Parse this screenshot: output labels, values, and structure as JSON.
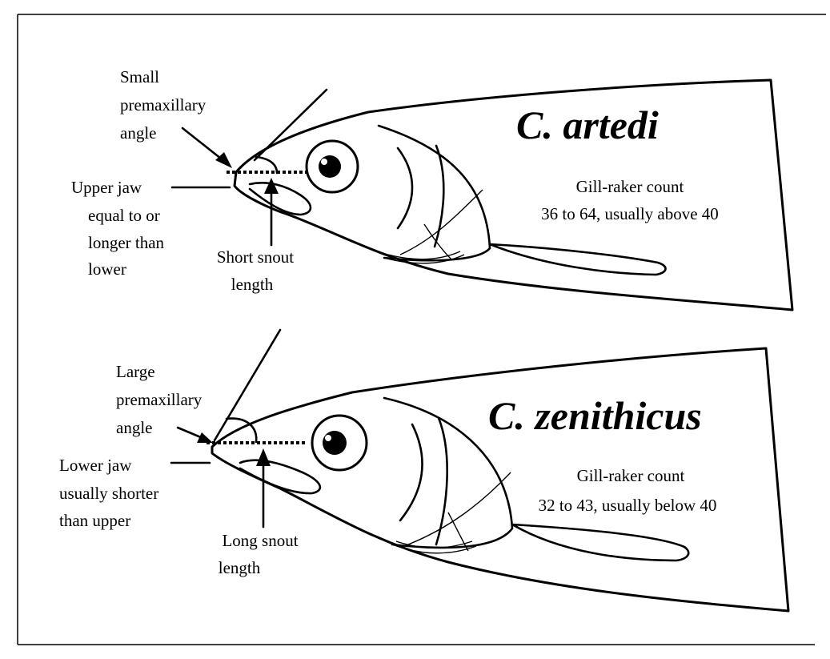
{
  "panels": [
    {
      "species": "C. artedi",
      "gill_raker": [
        "Gill-raker count",
        "36 to 64, usually above 40"
      ],
      "angle_label": [
        "Small",
        "premaxillary",
        "angle"
      ],
      "jaw_label": [
        "Upper jaw",
        "equal to or",
        "longer than",
        "lower"
      ],
      "snout_label": [
        "Short snout",
        "length"
      ]
    },
    {
      "species": "C. zenithicus",
      "gill_raker": [
        "Gill-raker count",
        "32 to 43, usually below 40"
      ],
      "angle_label": [
        "Large",
        "premaxillary",
        "angle"
      ],
      "jaw_label": [
        "Lower jaw",
        "usually shorter",
        "than upper"
      ],
      "snout_label": [
        "Long snout",
        "length"
      ]
    }
  ]
}
